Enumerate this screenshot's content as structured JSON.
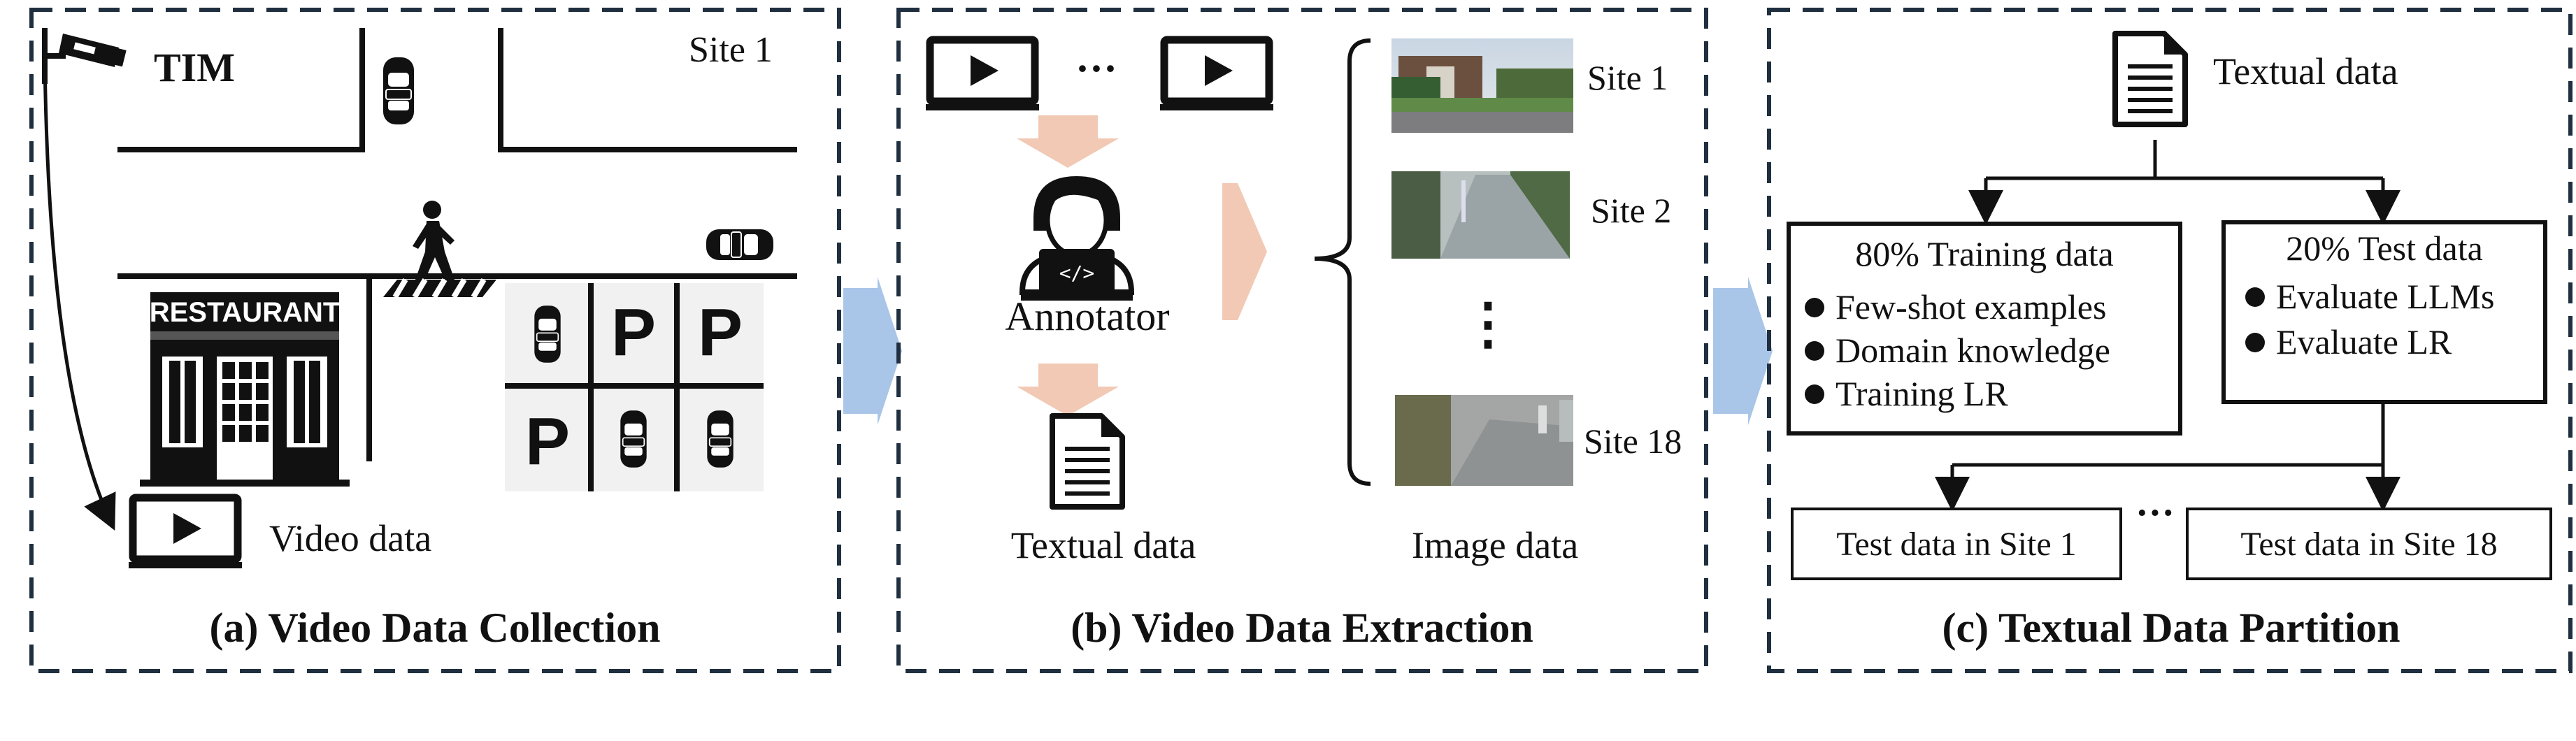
{
  "panel_a": {
    "caption": "(a) Video Data Collection",
    "camera_label": "TIM",
    "site_label": "Site 1",
    "restaurant_sign": "RESTAURANT",
    "parking_letter": "P",
    "video_label": "Video data"
  },
  "panel_b": {
    "caption": "(b) Video Data Extraction",
    "ellipsis": "···",
    "annotator_label": "Annotator",
    "code_glyph": "</>",
    "textual_label": "Textual data",
    "image_label": "Image data",
    "sites": [
      "Site 1",
      "Site 2",
      "Site 18"
    ],
    "vertical_ellipsis": "⋮"
  },
  "panel_c": {
    "caption": "(c) Textual Data Partition",
    "doc_label": "Textual data",
    "train_title": "80% Training data",
    "train_items": [
      "Few-shot examples",
      "Domain knowledge",
      "Training LR"
    ],
    "test_title": "20% Test data",
    "test_items": [
      "Evaluate LLMs",
      "Evaluate LR"
    ],
    "site1_test": "Test data in Site 1",
    "site18_test": "Test data in Site 18",
    "ellipsis": "···"
  },
  "colors": {
    "border": "#1f2f3f",
    "flow_arrow": "#f2c9b4",
    "panel_arrow": "#a9c6e8",
    "ink": "#111111"
  }
}
